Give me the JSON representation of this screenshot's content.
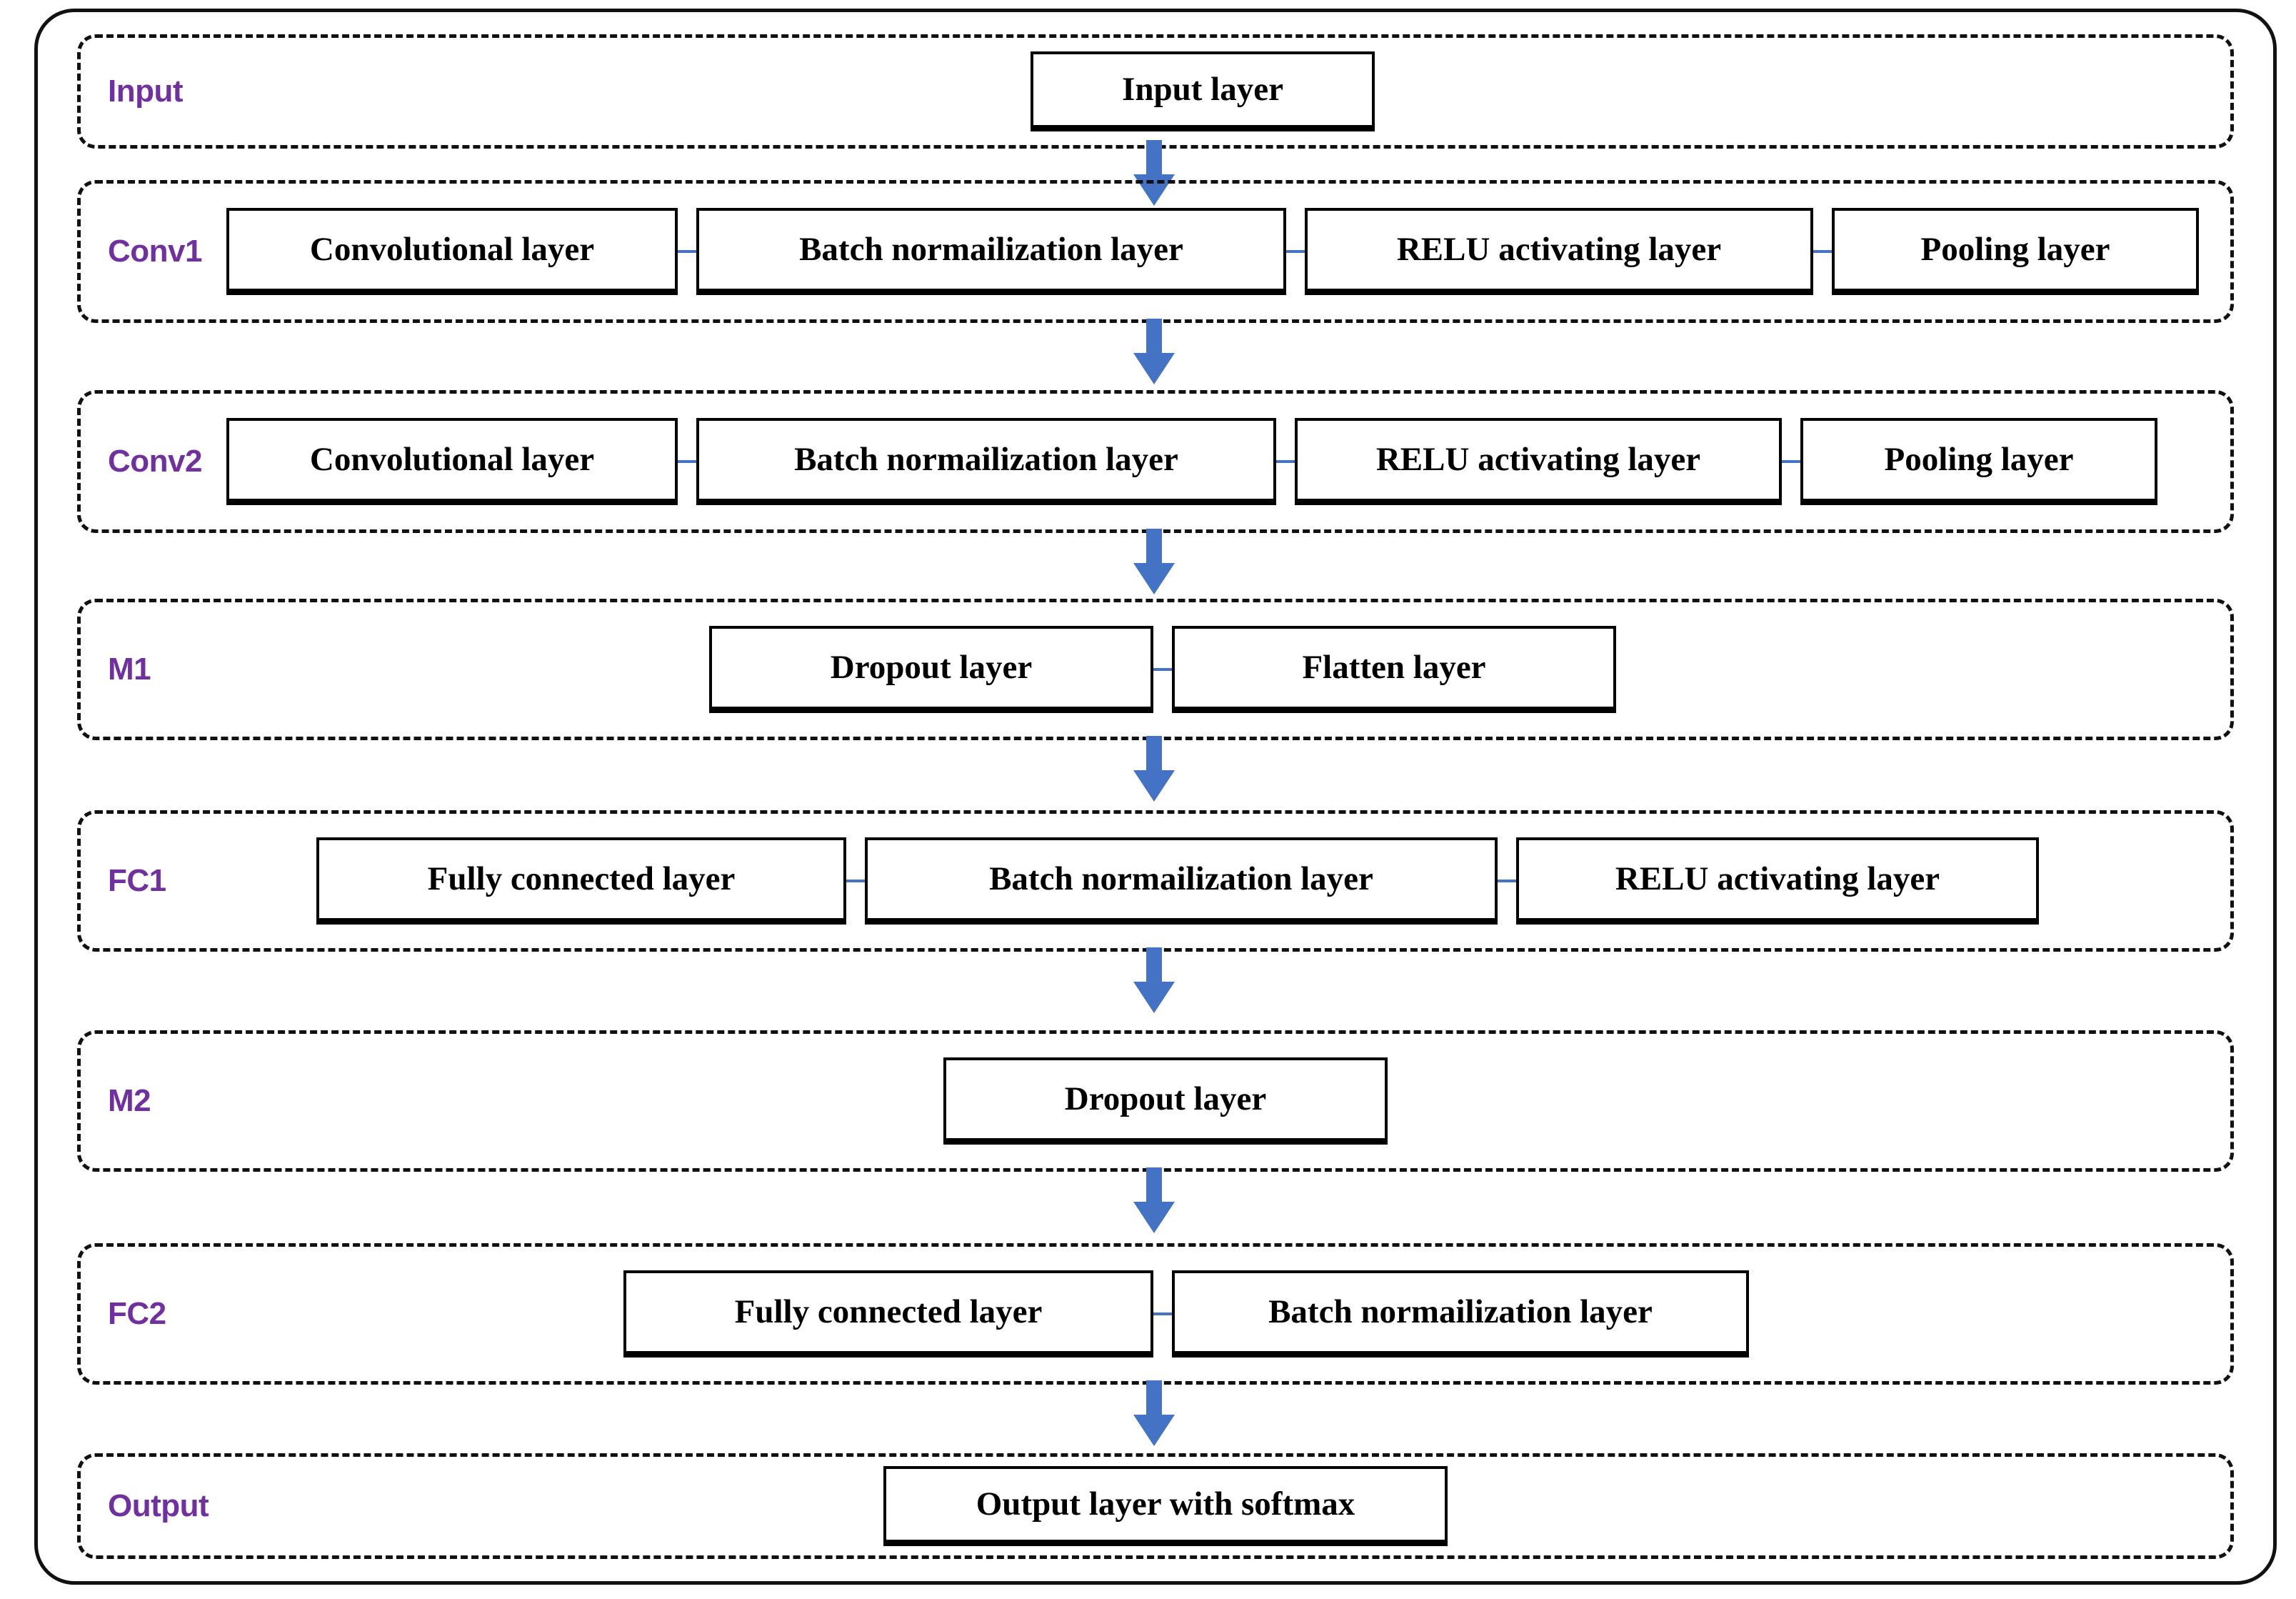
{
  "diagram": {
    "title": "CNN architecture block diagram",
    "accent_color": "#7030A0",
    "arrow_color": "#4472C4",
    "box_border_color": "#000000",
    "group_border_color": "#111111",
    "background_color": "#FFFFFF"
  },
  "stages": [
    {
      "label": "Input",
      "boxes": [
        {
          "text": "Input layer"
        }
      ]
    },
    {
      "label": "Conv1",
      "boxes": [
        {
          "text": "Convolutional layer"
        },
        {
          "text": "Batch normailization layer"
        },
        {
          "text": "RELU activating layer"
        },
        {
          "text": "Pooling layer"
        }
      ]
    },
    {
      "label": "Conv2",
      "boxes": [
        {
          "text": "Convolutional layer"
        },
        {
          "text": "Batch normailization layer"
        },
        {
          "text": "RELU activating layer"
        },
        {
          "text": "Pooling layer"
        }
      ]
    },
    {
      "label": "M1",
      "boxes": [
        {
          "text": "Dropout layer"
        },
        {
          "text": "Flatten layer"
        }
      ]
    },
    {
      "label": "FC1",
      "boxes": [
        {
          "text": "Fully connected layer"
        },
        {
          "text": "Batch normailization layer"
        },
        {
          "text": "RELU activating layer"
        }
      ]
    },
    {
      "label": "M2",
      "boxes": [
        {
          "text": "Dropout layer"
        }
      ]
    },
    {
      "label": "FC2",
      "boxes": [
        {
          "text": "Fully connected layer"
        },
        {
          "text": "Batch normailization layer"
        }
      ]
    },
    {
      "label": "Output",
      "boxes": [
        {
          "text": "Output layer with softmax"
        }
      ]
    }
  ],
  "arrows": [
    {
      "name": "input-to-conv1"
    },
    {
      "name": "conv1-to-conv2"
    },
    {
      "name": "conv2-to-m1"
    },
    {
      "name": "m1-to-fc1"
    },
    {
      "name": "fc1-to-m2"
    },
    {
      "name": "m2-to-fc2"
    },
    {
      "name": "fc2-to-output"
    }
  ]
}
